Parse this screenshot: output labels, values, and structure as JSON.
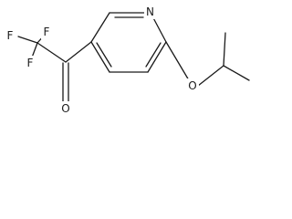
{
  "molecule": {
    "atoms": {
      "n1": "N",
      "o_ketone": "O",
      "o_ether": "O",
      "f1": "F",
      "f2": "F",
      "f3": "F"
    }
  }
}
